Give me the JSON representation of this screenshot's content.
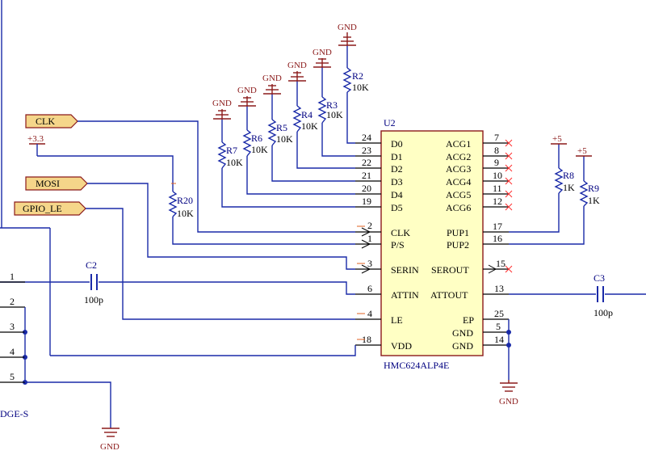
{
  "ports": {
    "clk": "CLK",
    "mosi": "MOSI",
    "gpio_le": "GPIO_LE"
  },
  "power": {
    "gnd": "GND",
    "v33": "+3.3",
    "v5": "+5"
  },
  "chip": {
    "ref": "U2",
    "part": "HMC624ALP4E",
    "left_pins": [
      {
        "num": "24",
        "name": "D0"
      },
      {
        "num": "23",
        "name": "D1"
      },
      {
        "num": "22",
        "name": "D2"
      },
      {
        "num": "21",
        "name": "D3"
      },
      {
        "num": "20",
        "name": "D4"
      },
      {
        "num": "19",
        "name": "D5"
      },
      {
        "num": "2",
        "name": "CLK"
      },
      {
        "num": "1",
        "name": "P/S"
      },
      {
        "num": "3",
        "name": "SERIN"
      },
      {
        "num": "6",
        "name": "ATTIN"
      },
      {
        "num": "4",
        "name": "LE"
      },
      {
        "num": "18",
        "name": "VDD"
      }
    ],
    "right_pins": [
      {
        "num": "7",
        "name": "ACG1"
      },
      {
        "num": "8",
        "name": "ACG2"
      },
      {
        "num": "9",
        "name": "ACG3"
      },
      {
        "num": "10",
        "name": "ACG4"
      },
      {
        "num": "11",
        "name": "ACG5"
      },
      {
        "num": "12",
        "name": "ACG6"
      },
      {
        "num": "17",
        "name": "PUP1"
      },
      {
        "num": "16",
        "name": "PUP2"
      },
      {
        "num": "15",
        "name": "SEROUT"
      },
      {
        "num": "13",
        "name": "ATTOUT"
      },
      {
        "num": "25",
        "name": "EP"
      },
      {
        "num": "5",
        "name": "GND"
      },
      {
        "num": "14",
        "name": "GND"
      }
    ]
  },
  "resistors": [
    {
      "ref": "R2",
      "value": "10K"
    },
    {
      "ref": "R3",
      "value": "10K"
    },
    {
      "ref": "R4",
      "value": "10K"
    },
    {
      "ref": "R5",
      "value": "10K"
    },
    {
      "ref": "R6",
      "value": "10K"
    },
    {
      "ref": "R7",
      "value": "10K"
    },
    {
      "ref": "R20",
      "value": "10K"
    },
    {
      "ref": "R8",
      "value": "1K"
    },
    {
      "ref": "R9",
      "value": "1K"
    }
  ],
  "capacitors": [
    {
      "ref": "C2",
      "value": "100p"
    },
    {
      "ref": "C3",
      "value": "100p"
    }
  ],
  "connector": {
    "pins": [
      "1",
      "2",
      "3",
      "4",
      "5"
    ],
    "name_fragment": "DGE-S"
  }
}
